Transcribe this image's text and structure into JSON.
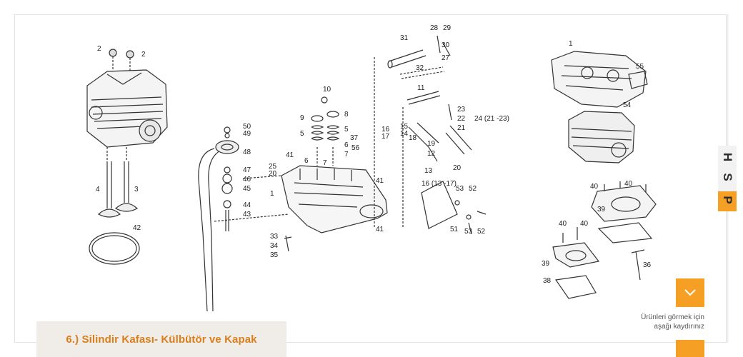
{
  "caption": {
    "title": "6.) Silindir Kafası- Külbütör ve Kapak"
  },
  "brand_tab": {
    "letters": [
      "H",
      "S",
      "P"
    ]
  },
  "scroll": {
    "hint_line1": "Ürünleri görmek için",
    "hint_line2": "aşağı kaydırınız",
    "icon": "chevron-down-icon"
  },
  "diagram": {
    "part_numbers": {
      "p2a": "2",
      "p2b": "2",
      "p4": "4",
      "p3": "3",
      "p42": "42",
      "p50": "50",
      "p49": "49",
      "p48": "48",
      "p47": "47",
      "p46": "46",
      "p45": "45",
      "p44": "44",
      "p43": "43",
      "p10": "10",
      "p9": "9",
      "p8": "8",
      "p5a": "5",
      "p5b": "5",
      "p6a": "6",
      "p6b": "6",
      "p7a": "7",
      "p7b": "7",
      "p41a": "41",
      "p41b": "41",
      "p41c": "41",
      "p37": "37",
      "p56": "56",
      "p25": "25",
      "p20a": "20",
      "p1a": "1",
      "p33": "33",
      "p34": "34",
      "p35": "35",
      "p31": "31",
      "p28": "28",
      "p29": "29",
      "p30": "30",
      "p27": "27",
      "p32": "32",
      "p11": "11",
      "p23": "23",
      "p22": "22",
      "p24": "24 (21 -23)",
      "p21": "21",
      "p16": "16",
      "p15": "15",
      "p17": "17",
      "p14": "14",
      "p18": "18",
      "p19": "19",
      "p12": "12",
      "p13": "13",
      "p20b": "20",
      "p16b": "16 (13 -17)",
      "p53a": "53",
      "p52a": "52",
      "p53b": "53",
      "p52b": "52",
      "p51": "51",
      "p1b": "1",
      "p55": "55",
      "p54": "54",
      "p40a": "40",
      "p40b": "40",
      "p40c": "40",
      "p40d": "40",
      "p39a": "39",
      "p39b": "39",
      "p38": "38",
      "p36": "36"
    }
  },
  "colors": {
    "accent": "#f5a024",
    "caption_text": "#d97e1a",
    "caption_bg": "#f0ede9"
  }
}
